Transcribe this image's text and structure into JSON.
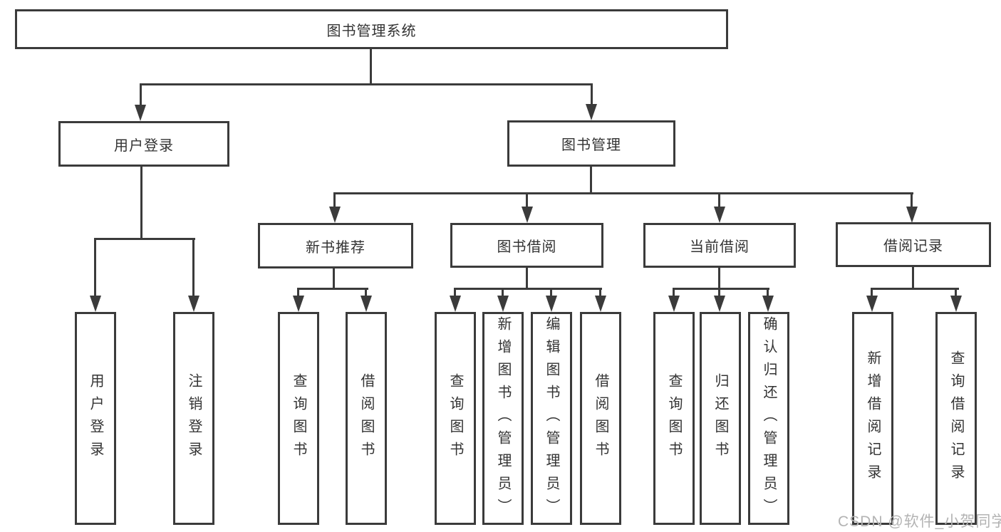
{
  "tree": {
    "label": "图书管理系统",
    "children": [
      {
        "label": "用户登录",
        "children": [
          {
            "label": "用户登录"
          },
          {
            "label": "注销登录"
          }
        ]
      },
      {
        "label": "图书管理",
        "children": [
          {
            "label": "新书推荐",
            "children": [
              {
                "label": "查询图书"
              },
              {
                "label": "借阅图书"
              }
            ]
          },
          {
            "label": "图书借阅",
            "children": [
              {
                "label": "查询图书"
              },
              {
                "label": "新增图书（管理员）"
              },
              {
                "label": "编辑图书（管理员）"
              },
              {
                "label": "借阅图书"
              }
            ]
          },
          {
            "label": "当前借阅",
            "children": [
              {
                "label": "查询图书"
              },
              {
                "label": "归还图书"
              },
              {
                "label": "确认归还（管理员）"
              }
            ]
          },
          {
            "label": "借阅记录",
            "children": [
              {
                "label": "新增借阅记录"
              },
              {
                "label": "查询借阅记录"
              }
            ]
          }
        ]
      }
    ]
  },
  "watermark": {
    "text": "CSDN @软件_小贺同学"
  },
  "colors": {
    "line": "#3b3b3b",
    "text": "#333333",
    "watermark": "#b3b3b3",
    "background": "#ffffff"
  }
}
